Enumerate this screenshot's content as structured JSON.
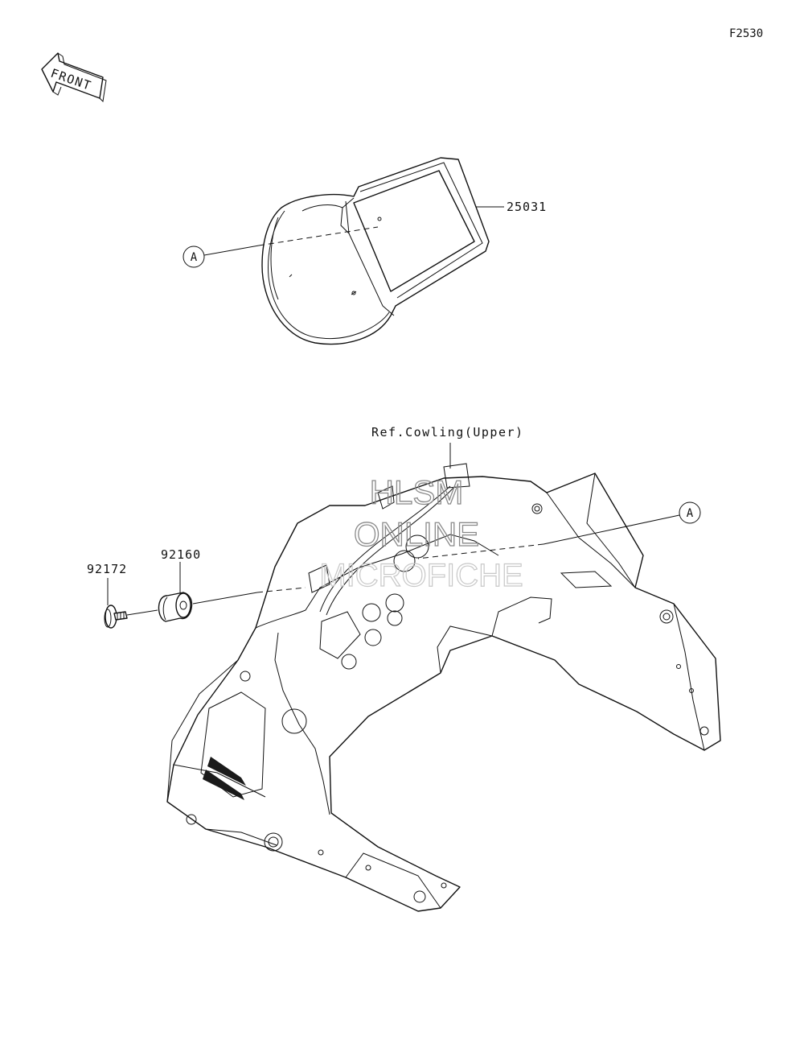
{
  "figure_code": "F2530",
  "front_arrow": {
    "label": "FRONT",
    "icon": "front-direction-arrow-icon"
  },
  "parts": [
    {
      "number": "25031"
    },
    {
      "number": "92160"
    },
    {
      "number": "92172"
    }
  ],
  "reference": {
    "label": "Ref.Cowling(Upper)"
  },
  "connectors": [
    {
      "letter": "A"
    },
    {
      "letter": "A"
    }
  ],
  "watermark": {
    "line1": "HLSM",
    "line2": "ONLINE",
    "line3": "MICROFICHE"
  }
}
